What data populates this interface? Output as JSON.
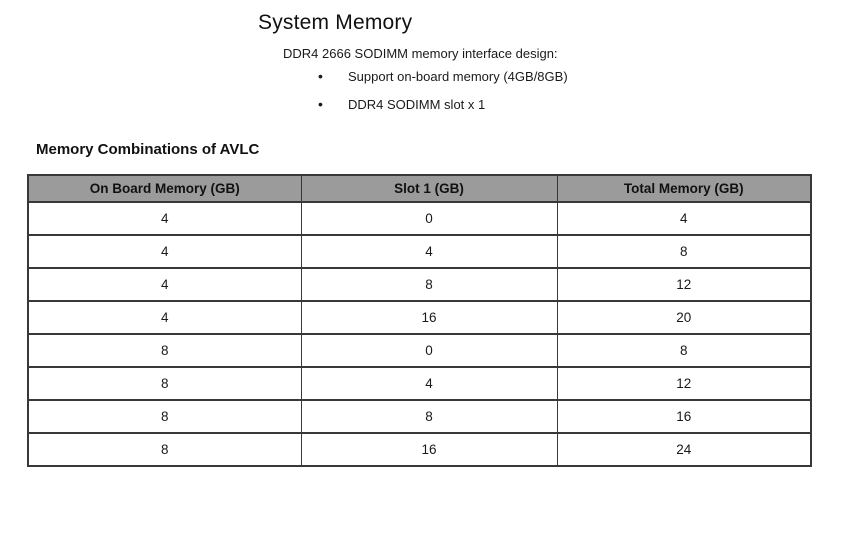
{
  "document": {
    "title": "System Memory",
    "intro": "DDR4 2666 SODIMM memory interface design:",
    "bullets": [
      "Support on-board memory (4GB/8GB)",
      "DDR4 SODIMM slot x 1"
    ],
    "section_heading": "Memory Combinations of AVLC"
  },
  "table": {
    "columns": [
      "On Board Memory (GB)",
      "Slot 1 (GB)",
      "Total Memory (GB)"
    ],
    "rows": [
      [
        "4",
        "0",
        "4"
      ],
      [
        "4",
        "4",
        "8"
      ],
      [
        "4",
        "8",
        "12"
      ],
      [
        "4",
        "16",
        "20"
      ],
      [
        "8",
        "0",
        "8"
      ],
      [
        "8",
        "4",
        "12"
      ],
      [
        "8",
        "8",
        "16"
      ],
      [
        "8",
        "16",
        "24"
      ]
    ],
    "header_bg": "#9b9b9b",
    "border_color": "#383838"
  }
}
